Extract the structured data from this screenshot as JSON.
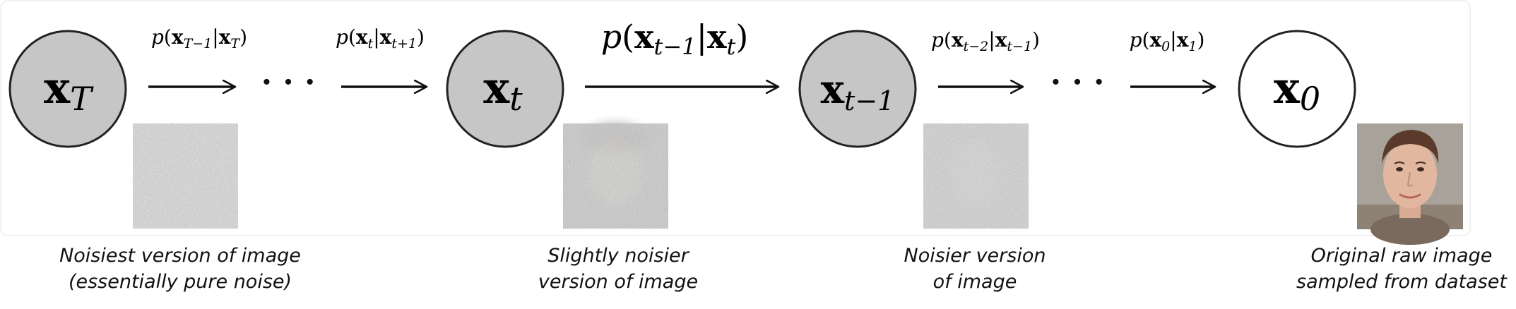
{
  "nodes": [
    {
      "base": "x",
      "sub": "T",
      "fill": "#c6c6c6"
    },
    {
      "base": "x",
      "sub": "t",
      "fill": "#c6c6c6"
    },
    {
      "base": "x",
      "sub": "t−1",
      "fill": "#c6c6c6"
    },
    {
      "base": "x",
      "sub": "0",
      "fill": "#ffffff"
    }
  ],
  "transitions": [
    {
      "p": "p",
      "lhs": "x",
      "lhs_sub": "T−1",
      "rhs": "x",
      "rhs_sub": "T"
    },
    {
      "p": "p",
      "lhs": "x",
      "lhs_sub": "t",
      "rhs": "x",
      "rhs_sub": "t+1"
    },
    {
      "p": "p",
      "lhs": "x",
      "lhs_sub": "t−1",
      "rhs": "x",
      "rhs_sub": "t"
    },
    {
      "p": "p",
      "lhs": "x",
      "lhs_sub": "t−2",
      "rhs": "x",
      "rhs_sub": "t−1"
    },
    {
      "p": "p",
      "lhs": "x",
      "lhs_sub": "0",
      "rhs": "x",
      "rhs_sub": "1"
    }
  ],
  "ellipsis": "· · ·",
  "captions": [
    {
      "line1": "Noisiest version of image",
      "line2": "(essentially pure noise)"
    },
    {
      "line1": "Slightly noisier",
      "line2": "version of image"
    },
    {
      "line1": "Noisier version",
      "line2": "of image"
    },
    {
      "line1": "Original raw image",
      "line2": "sampled from dataset"
    }
  ],
  "colors": {
    "node_stroke": "#222222",
    "arrow": "#111111",
    "noise_base": "#8a8a8a",
    "face_skin": "#e2b7a0",
    "face_hair": "#5a3a2a",
    "face_bg": "#a9a29a"
  }
}
